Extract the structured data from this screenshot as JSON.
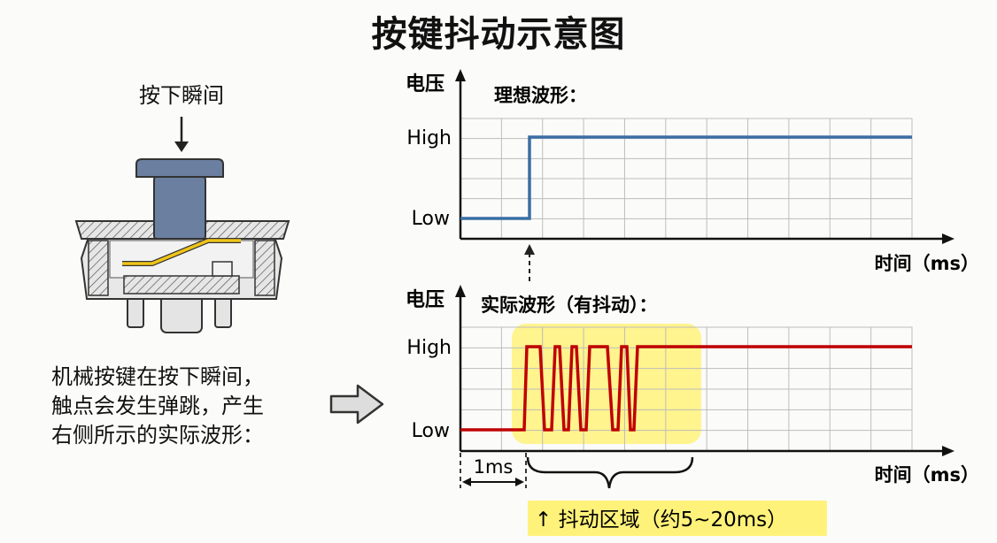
{
  "title": "按键抖动示意图",
  "left": {
    "press_label": "按下瞬间",
    "description_lines": [
      "机械按键在按下瞬间，",
      "触点会发生弹跳，产生",
      "右侧所示的实际波形："
    ]
  },
  "top_chart": {
    "y_axis_label": "电压",
    "heading": "理想波形：",
    "high_label": "High",
    "low_label": "Low",
    "x_axis_label": "时间（ms）"
  },
  "bottom_chart": {
    "y_axis_label": "电压",
    "heading": "实际波形（有抖动）：",
    "high_label": "High",
    "low_label": "Low",
    "x_axis_label": "时间（ms）",
    "delay_label": "1ms",
    "bounce_label": "↑ 抖动区域（约5~20ms）"
  },
  "colors": {
    "ideal_wave": "#3a6ea5",
    "actual_wave": "#c00000",
    "highlight": "#fff27a",
    "keycap": "#6b7fa0",
    "contact": "#f0c419",
    "grid": "#bdbdbd"
  }
}
